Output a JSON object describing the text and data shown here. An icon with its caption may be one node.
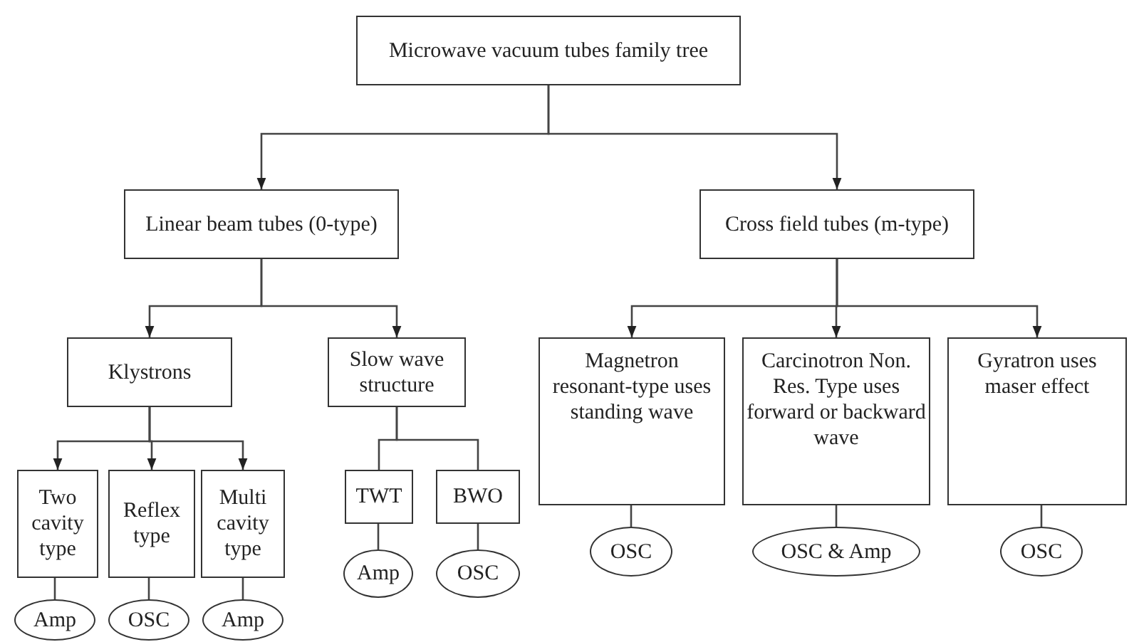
{
  "diagram": {
    "nodes": [
      {
        "text": [
          "Microwave vacuum tubes family tree"
        ]
      },
      {
        "text": [
          "Linear beam tubes (0-type)"
        ]
      },
      {
        "text": [
          "Cross field tubes (m-type)"
        ]
      },
      {
        "text": [
          "Klystrons"
        ]
      },
      {
        "text": [
          "Slow wave structure"
        ]
      },
      {
        "text": [
          "Magnetron resonant-type uses standing wave"
        ]
      },
      {
        "text": [
          "Carcinotron Non. Res. Type uses forward or backward wave"
        ]
      },
      {
        "text": [
          "Gyratron uses maser effect"
        ]
      },
      {
        "text": [
          "Two cavity type"
        ]
      },
      {
        "text": [
          "Reflex type"
        ]
      },
      {
        "text": [
          "Multi cavity type"
        ]
      },
      {
        "text": [
          "TWT"
        ]
      },
      {
        "text": [
          "BWO"
        ]
      },
      {
        "text": [
          "OSC"
        ]
      },
      {
        "text": [
          "OSC & Amp"
        ]
      },
      {
        "text": [
          "OSC"
        ]
      },
      {
        "text": [
          "Amp"
        ]
      },
      {
        "text": [
          "OSC"
        ]
      },
      {
        "text": [
          "Amp"
        ]
      },
      {
        "text": [
          "OSC"
        ]
      },
      {
        "text": [
          "Amp"
        ]
      }
    ],
    "edges": [
      {
        "from": 0,
        "to": 1,
        "arrow": "to"
      },
      {
        "from": 0,
        "to": 2,
        "arrow": "to"
      },
      {
        "from": 1,
        "to": 3,
        "arrow": "to"
      },
      {
        "from": 1,
        "to": 4,
        "arrow": "to"
      },
      {
        "from": 2,
        "to": 5,
        "arrow": "to"
      },
      {
        "from": 2,
        "to": 6,
        "arrow": "to"
      },
      {
        "from": 2,
        "to": 7,
        "arrow": "to"
      },
      {
        "from": 3,
        "to": 8,
        "arrow": "to"
      },
      {
        "from": 3,
        "to": 9,
        "arrow": "to"
      },
      {
        "from": 3,
        "to": 10,
        "arrow": "to"
      },
      {
        "from": 4,
        "to": 11,
        "arrow": "none"
      },
      {
        "from": 4,
        "to": 12,
        "arrow": "none"
      },
      {
        "from": 5,
        "to": 13,
        "arrow": "none"
      },
      {
        "from": 6,
        "to": 14,
        "arrow": "none"
      },
      {
        "from": 7,
        "to": 15,
        "arrow": "none"
      },
      {
        "from": 11,
        "to": 16,
        "arrow": "none"
      },
      {
        "from": 12,
        "to": 17,
        "arrow": "none"
      },
      {
        "from": 8,
        "to": 18,
        "arrow": "none"
      },
      {
        "from": 9,
        "to": 19,
        "arrow": "none"
      },
      {
        "from": 10,
        "to": 20,
        "arrow": "none"
      }
    ]
  }
}
